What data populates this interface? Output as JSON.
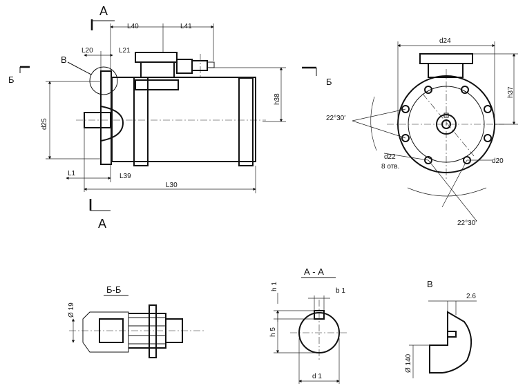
{
  "views": {
    "side": {
      "section_a_top": "А",
      "section_a_bottom": "А",
      "section_b_left": "Б",
      "section_b_right": "Б",
      "detail_b": "В",
      "dims": {
        "L40": "L40",
        "L41": "L41",
        "L20": "L20",
        "L21": "L21",
        "d25": "d25",
        "h38": "h38",
        "L1": "L1",
        "L39": "L39",
        "L30": "L30"
      }
    },
    "front": {
      "d24": "d24",
      "h37": "h37",
      "angle_top": "22°30′",
      "angle_bottom": "22°30′",
      "d22": "d22",
      "holes": "8 отв.",
      "d20": "d20"
    },
    "section_bb": {
      "title": "Б-Б",
      "d19": "Ø 19"
    },
    "section_aa": {
      "title": "А - А",
      "h1": "h 1",
      "b1": "b 1",
      "h5": "h 5",
      "d1": "d 1"
    },
    "detail_v": {
      "title": "В",
      "dim_26": "2.6",
      "dim_140": "Ø 140"
    }
  }
}
